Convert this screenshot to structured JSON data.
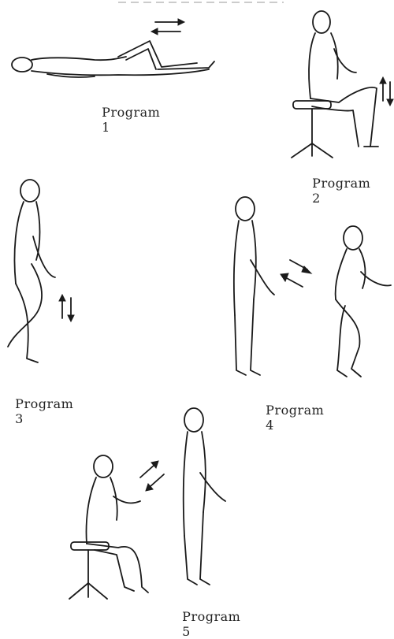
{
  "header_text": "...",
  "programs": [
    {
      "id": 1,
      "label": "Program",
      "number": "1"
    },
    {
      "id": 2,
      "label": "Program",
      "number": "2"
    },
    {
      "id": 3,
      "label": "Program",
      "number": "3"
    },
    {
      "id": 4,
      "label": "Program",
      "number": "4"
    },
    {
      "id": 5,
      "label": "Program",
      "number": "5"
    }
  ],
  "icons": {
    "program1": [
      "supine-figure-icon",
      "horizontal-double-arrow-icon"
    ],
    "program2": [
      "seated-figure-icon",
      "stool-icon",
      "vertical-double-arrow-icon"
    ],
    "program3": [
      "single-leg-stand-figure-icon",
      "vertical-double-arrow-icon"
    ],
    "program4": [
      "standing-figure-icon",
      "half-squat-figure-icon",
      "diagonal-double-arrow-icon"
    ],
    "program5": [
      "seated-figure-icon",
      "stool-icon",
      "standing-figure-icon",
      "diagonal-double-arrow-icon"
    ]
  },
  "colors": {
    "ink": "#1a1a1a",
    "background": "#ffffff"
  }
}
